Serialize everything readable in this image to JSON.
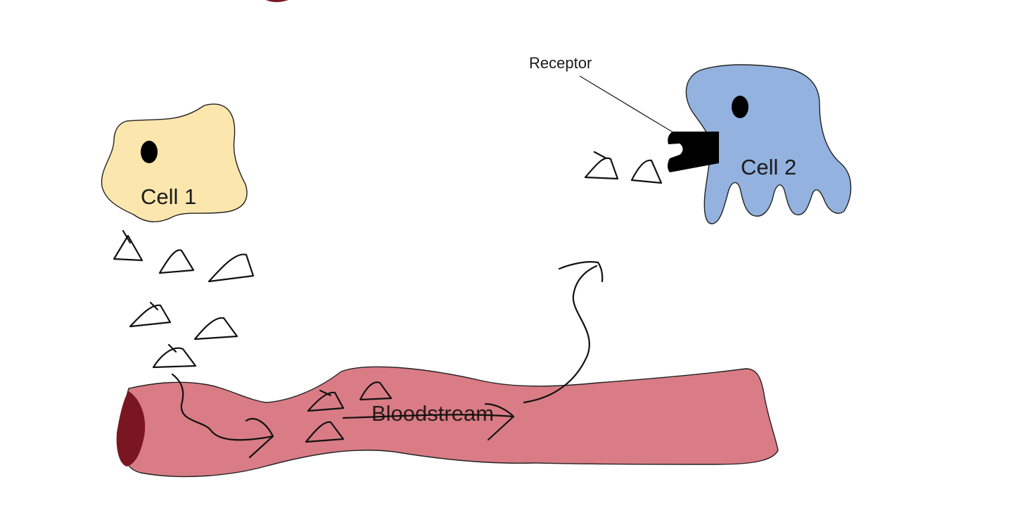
{
  "labels": {
    "cell1": "Cell 1",
    "cell2": "Cell 2",
    "receptor": "Receptor",
    "bloodstream": "Bloodstream"
  },
  "colors": {
    "cell1_fill": "#fbe6ae",
    "cell2_fill": "#93b2df",
    "vessel_fill": "#d97c86",
    "vessel_end": "#7a1622",
    "receptor_fill": "#000000",
    "header_fragment": "#7a1622"
  },
  "icons": {
    "signal_molecule": "hormone-triangle-icon",
    "flow_arrow": "squiggly-arrow-icon",
    "nucleus": "nucleus-dot-icon"
  }
}
